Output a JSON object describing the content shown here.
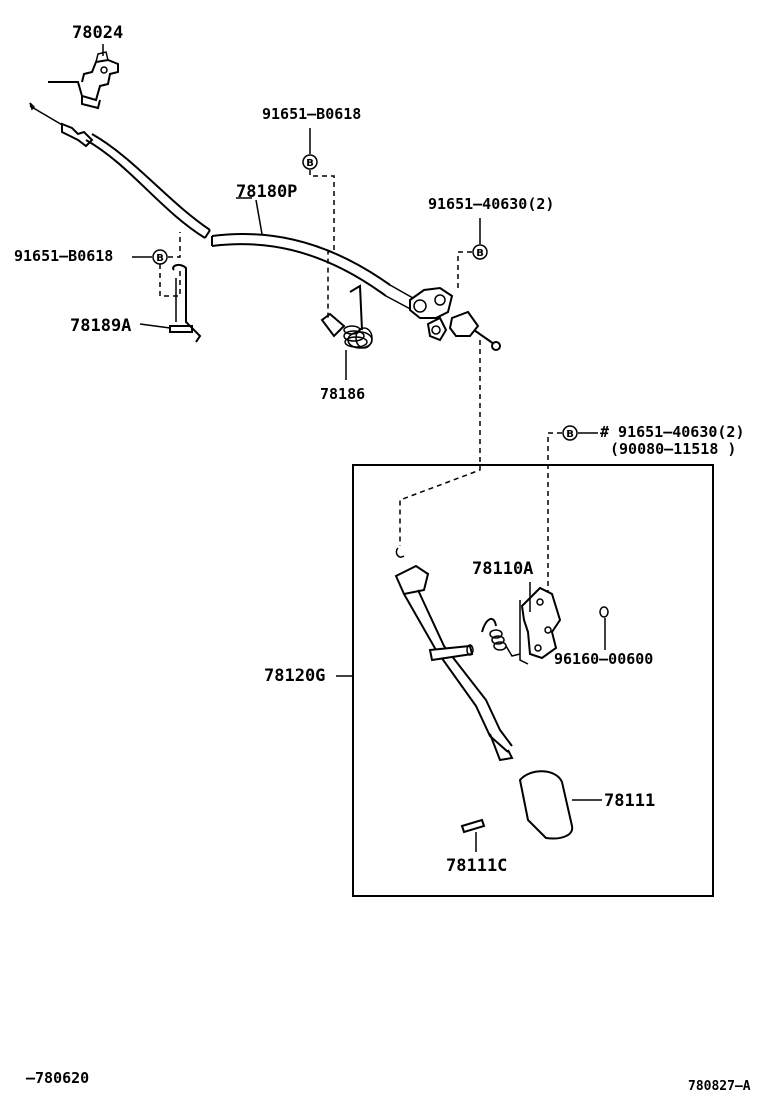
{
  "parts": {
    "p78024": "78024",
    "p91651_b0618_top": "91651–B0618",
    "p78180p": "78180P",
    "p91651_40630": "91651–40630(2)",
    "p91651_b0618_left": "91651–B0618",
    "p78189a": "78189A",
    "p78186": "78186",
    "p91651_40630_hash": "# 91651–40630(2)",
    "p90080_11518": "(90080–11518 )",
    "p78110a": "78110A",
    "p96160_00600": "96160–00600",
    "p78120g": "78120G",
    "p78111": "78111",
    "p78111c": "78111C"
  },
  "bolt_symbol": "B",
  "footer": {
    "date_code": "–780620",
    "ref_code": "780827–A"
  }
}
